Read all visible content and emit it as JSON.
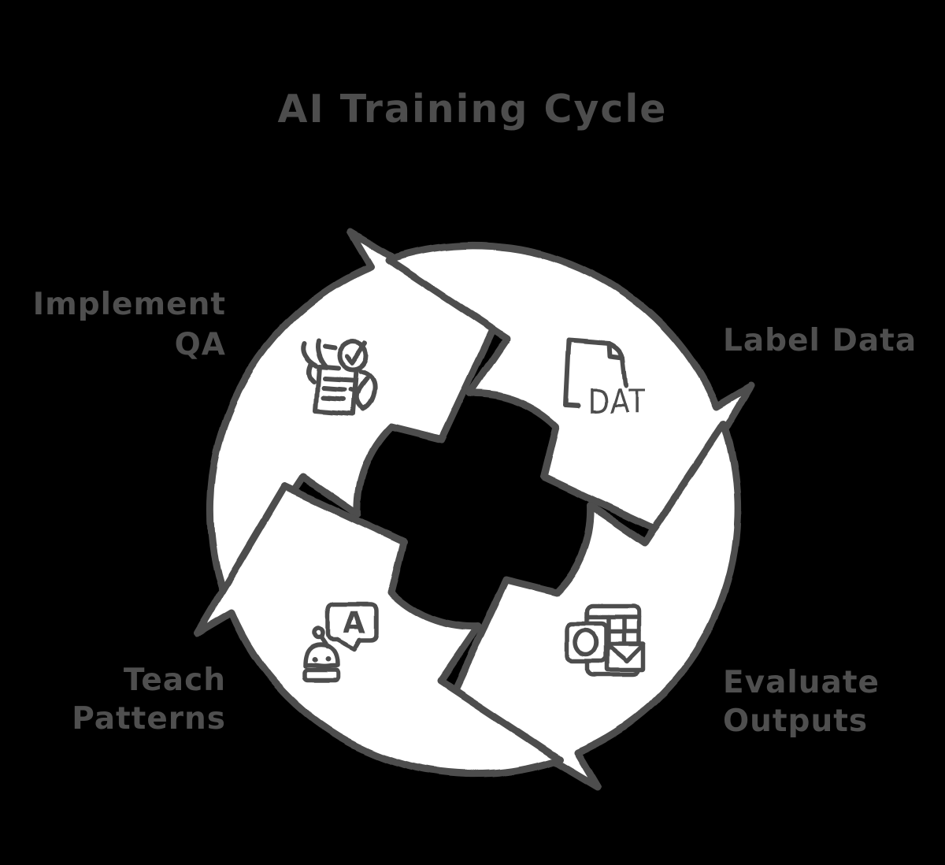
{
  "title": "AI Training Cycle",
  "colors": {
    "background": "#000000",
    "ink": "#4d4d4d",
    "arrow_fill": "#ffffff"
  },
  "cycle": {
    "direction": "clockwise",
    "steps": [
      {
        "id": "implement-qa",
        "label": "Implement QA",
        "lines": [
          "Implement",
          "QA"
        ],
        "icon": "document-check-hands-icon",
        "position": "top-left"
      },
      {
        "id": "label-data",
        "label": "Label Data",
        "lines": [
          "Label Data"
        ],
        "icon": "dat-file-icon",
        "position": "top-right"
      },
      {
        "id": "evaluate-outputs",
        "label": "Evaluate Outputs",
        "lines": [
          "Evaluate",
          "Outputs"
        ],
        "icon": "spreadsheet-envelope-icon",
        "position": "bottom-right"
      },
      {
        "id": "teach-patterns",
        "label": "Teach Patterns",
        "lines": [
          "Teach",
          "Patterns"
        ],
        "icon": "robot-chat-icon",
        "position": "bottom-left"
      }
    ],
    "dat_file_text": "DAT",
    "speech_bubble_letter": "A"
  }
}
